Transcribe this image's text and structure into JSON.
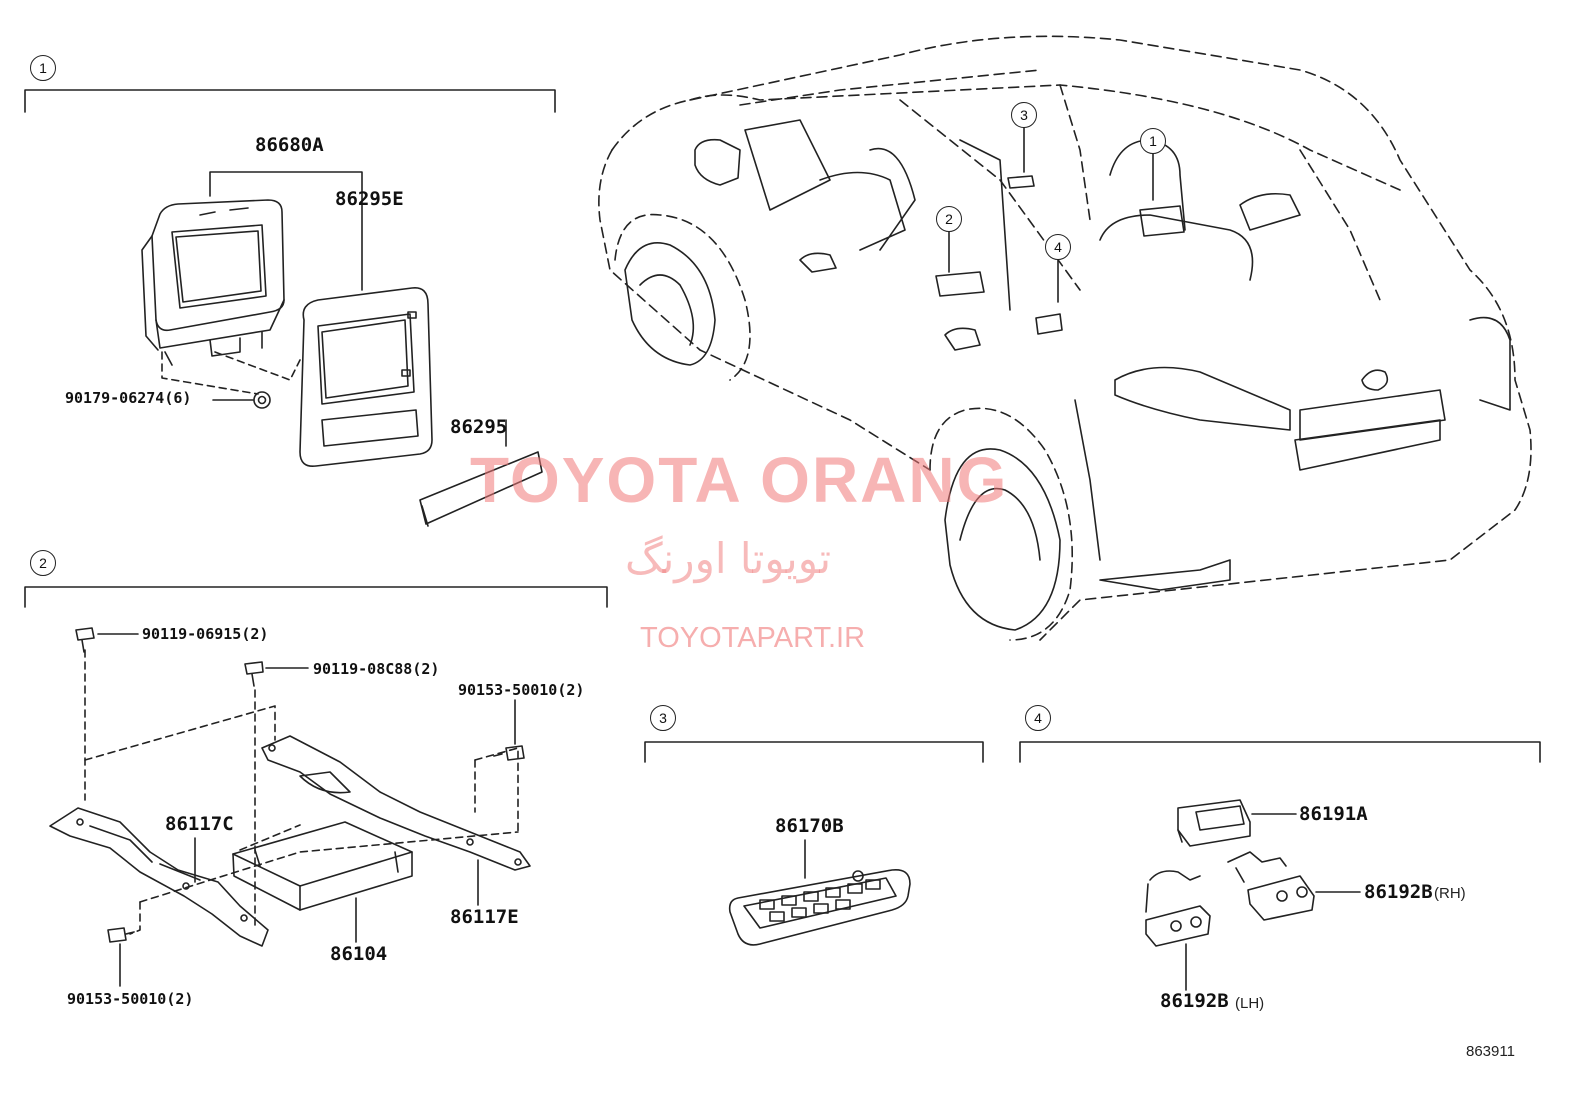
{
  "watermark": {
    "brand": "TOYOTA ORANG",
    "brand_fa": "تویوتا اورنگ",
    "site": "TOYOTAPART.IR"
  },
  "diagram_ref": "863911",
  "sections": [
    {
      "number": "1"
    },
    {
      "number": "2"
    },
    {
      "number": "3"
    },
    {
      "number": "4"
    }
  ],
  "car_callouts": [
    "1",
    "2",
    "3",
    "4"
  ],
  "parts": {
    "p86680A": "86680A",
    "p86295E": "86295E",
    "p90179": "90179-06274(6)",
    "p86295": "86295",
    "p90119a": "90119-06915(2)",
    "p90119b": "90119-08C88(2)",
    "p90153a": "90153-50010(2)",
    "p86117C": "86117C",
    "p86117E": "86117E",
    "p86104": "86104",
    "p90153b": "90153-50010(2)",
    "p86170B": "86170B",
    "p86191A": "86191A",
    "p86192B_rh": "86192B",
    "p86192B_lh": "86192B"
  },
  "sides": {
    "rh": "(RH)",
    "lh": "(LH)"
  }
}
